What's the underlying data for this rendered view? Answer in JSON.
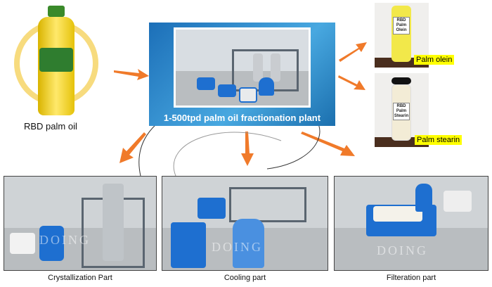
{
  "source": {
    "label": "RBD palm oil"
  },
  "plant": {
    "title": "1-500tpd palm oil fractionation plant"
  },
  "products": [
    {
      "label": "Palm olein",
      "jar_text": "RBD Palm Olein",
      "color": "#f2e84a"
    },
    {
      "label": "Palm stearin",
      "jar_text": "RBD Palm Stearin",
      "color": "#f3ecd6"
    }
  ],
  "parts": [
    {
      "label": "Crystallization Part"
    },
    {
      "label": "Cooling part"
    },
    {
      "label": "Filteration part"
    }
  ],
  "watermark": "DOING",
  "colors": {
    "arrow": "#f07a2a",
    "equipment": "#1e6fd0",
    "label_highlight": "#ffff00"
  }
}
